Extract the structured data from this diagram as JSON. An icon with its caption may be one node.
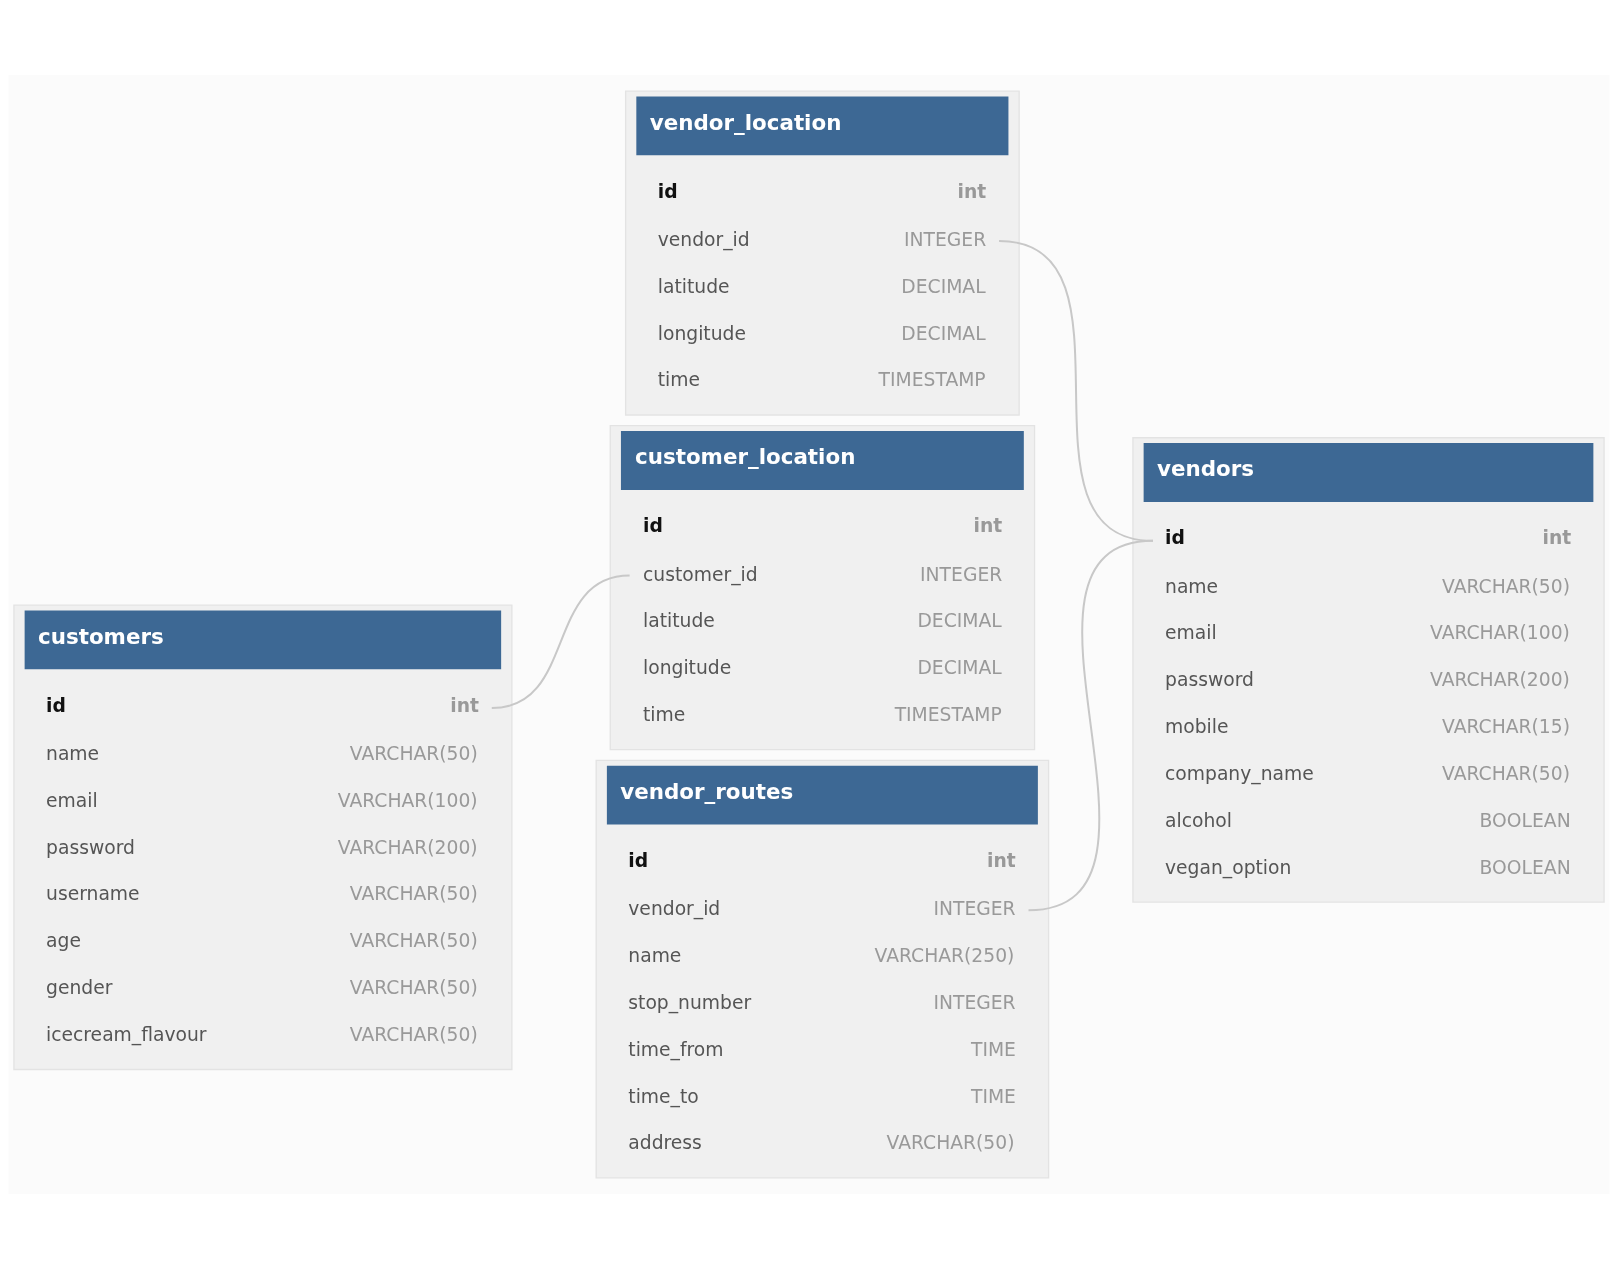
{
  "diagram": {
    "nodes": [
      {
        "text": [
          "vendor_location"
        ]
      },
      {
        "text": [
          "id",
          "int"
        ],
        "in": 0
      },
      {
        "text": [
          "vendor_id",
          "INTEGER"
        ],
        "in": 0
      },
      {
        "text": [
          "latitude",
          "DECIMAL"
        ],
        "in": 0
      },
      {
        "text": [
          "longitude",
          "DECIMAL"
        ],
        "in": 0
      },
      {
        "text": [
          "time",
          "TIMESTAMP"
        ],
        "in": 0
      },
      {
        "text": [
          "customers"
        ]
      },
      {
        "text": [
          "id",
          "int"
        ],
        "in": 6
      },
      {
        "text": [
          "name",
          "VARCHAR(50)"
        ],
        "in": 6
      },
      {
        "text": [
          "email",
          "VARCHAR(100)"
        ],
        "in": 6
      },
      {
        "text": [
          "password",
          "VARCHAR(200)"
        ],
        "in": 6
      },
      {
        "text": [
          "username",
          "VARCHAR(50)"
        ],
        "in": 6
      },
      {
        "text": [
          "age",
          "VARCHAR(50)"
        ],
        "in": 6
      },
      {
        "text": [
          "gender",
          "VARCHAR(50)"
        ],
        "in": 6
      },
      {
        "text": [
          "icecream_flavour",
          "VARCHAR(50)"
        ],
        "in": 6
      },
      {
        "text": [
          "customer_location"
        ]
      },
      {
        "text": [
          "id",
          "int"
        ],
        "in": 15
      },
      {
        "text": [
          "customer_id",
          "INTEGER"
        ],
        "in": 15
      },
      {
        "text": [
          "latitude",
          "DECIMAL"
        ],
        "in": 15
      },
      {
        "text": [
          "longitude",
          "DECIMAL"
        ],
        "in": 15
      },
      {
        "text": [
          "time",
          "TIMESTAMP"
        ],
        "in": 15
      },
      {
        "text": [
          "vendors"
        ]
      },
      {
        "text": [
          "id",
          "int"
        ],
        "in": 21
      },
      {
        "text": [
          "name",
          "VARCHAR(50)"
        ],
        "in": 21
      },
      {
        "text": [
          "email",
          "VARCHAR(100)"
        ],
        "in": 21
      },
      {
        "text": [
          "password",
          "VARCHAR(200)"
        ],
        "in": 21
      },
      {
        "text": [
          "mobile",
          "VARCHAR(15)"
        ],
        "in": 21
      },
      {
        "text": [
          "company_name",
          "VARCHAR(50)"
        ],
        "in": 21
      },
      {
        "text": [
          "alcohol",
          "BOOLEAN"
        ],
        "in": 21
      },
      {
        "text": [
          "vegan_option",
          "BOOLEAN"
        ],
        "in": 21
      },
      {
        "text": [
          "vendor_routes"
        ]
      },
      {
        "text": [
          "id",
          "int"
        ],
        "in": 30
      },
      {
        "text": [
          "vendor_id",
          "INTEGER"
        ],
        "in": 30
      },
      {
        "text": [
          "name",
          "VARCHAR(250)"
        ],
        "in": 30
      },
      {
        "text": [
          "stop_number",
          "INTEGER"
        ],
        "in": 30
      },
      {
        "text": [
          "time_from",
          "TIME"
        ],
        "in": 30
      },
      {
        "text": [
          "time_to",
          "TIME"
        ],
        "in": 30
      },
      {
        "text": [
          "address",
          "VARCHAR(50)"
        ],
        "in": 30
      }
    ],
    "edges": [
      {
        "from": 2,
        "to": 22,
        "arrow": "none"
      },
      {
        "from": 7,
        "to": 17,
        "arrow": "none"
      },
      {
        "from": 32,
        "to": 22,
        "arrow": "none"
      }
    ]
  }
}
